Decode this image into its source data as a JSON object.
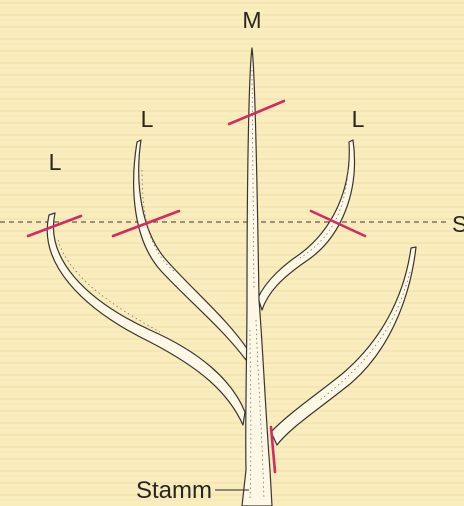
{
  "figure": {
    "background_color": "#f9edbd",
    "cut_color": "#d42a5e",
    "labels": {
      "leader_top": "M",
      "side_left": "L",
      "side_mid_left": "L",
      "side_right": "L",
      "reference_line": "S",
      "trunk": "Stamm"
    }
  }
}
